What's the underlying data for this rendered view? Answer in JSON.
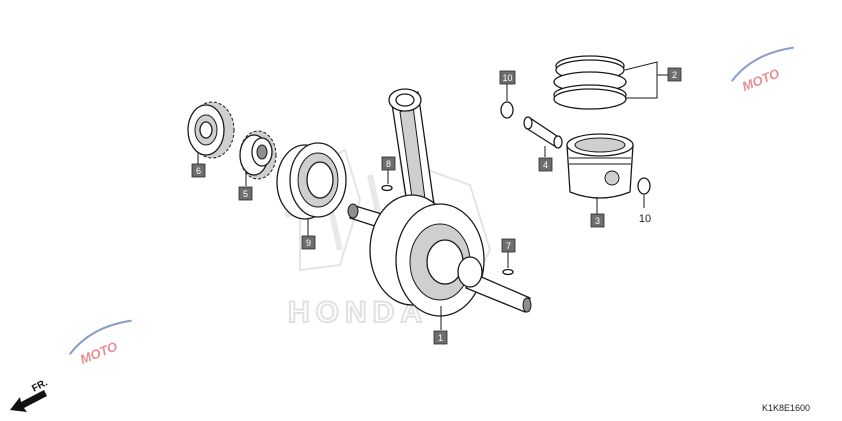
{
  "parts": [
    {
      "id": "1",
      "name": "crankshaft"
    },
    {
      "id": "2",
      "name": "piston-ring-set"
    },
    {
      "id": "3",
      "name": "piston"
    },
    {
      "id": "4",
      "name": "piston-pin"
    },
    {
      "id": "5",
      "name": "drive-gear"
    },
    {
      "id": "6",
      "name": "primary-gear"
    },
    {
      "id": "7",
      "name": "woodruff-key-right"
    },
    {
      "id": "8",
      "name": "woodruff-key-left"
    },
    {
      "id": "9",
      "name": "ball-bearing"
    },
    {
      "id": "10",
      "name": "piston-pin-clip"
    }
  ],
  "callouts": {
    "c1": "1",
    "c2": "2",
    "c3": "3",
    "c4": "4",
    "c5": "5",
    "c6": "6",
    "c7": "7",
    "c8": "8",
    "c9": "9",
    "c10_boxed": "10",
    "c10_plain": "10"
  },
  "diagram_code": "K1K8E1600",
  "front_indicator": "FR.",
  "watermark": {
    "text": "MOTO",
    "brand": "HONDA",
    "colors": {
      "red": "#d6323a",
      "blue": "#3a5aa8",
      "gray": "#c9c9c9"
    }
  }
}
